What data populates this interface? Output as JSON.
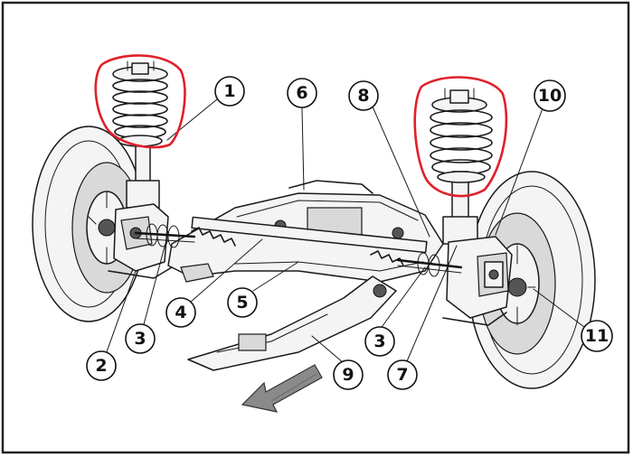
{
  "diagram": {
    "highlight_color": "#e0202a",
    "ink_color": "#1a1a1a",
    "callouts": [
      {
        "id": "c1",
        "label": "1"
      },
      {
        "id": "c2",
        "label": "2"
      },
      {
        "id": "c3a",
        "label": "3"
      },
      {
        "id": "c3b",
        "label": "3"
      },
      {
        "id": "c4",
        "label": "4"
      },
      {
        "id": "c5",
        "label": "5"
      },
      {
        "id": "c6",
        "label": "6"
      },
      {
        "id": "c7",
        "label": "7"
      },
      {
        "id": "c8",
        "label": "8"
      },
      {
        "id": "c9",
        "label": "9"
      },
      {
        "id": "c10",
        "label": "10"
      },
      {
        "id": "c11",
        "label": "11"
      }
    ],
    "icons": [
      "coil-spring-strut-left",
      "coil-spring-strut-right",
      "front-direction-arrow"
    ]
  }
}
